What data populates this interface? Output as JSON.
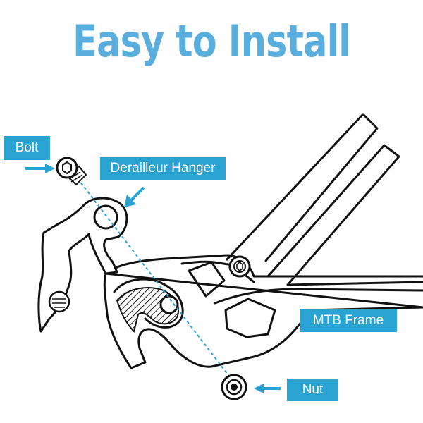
{
  "title": "Easy to Install",
  "labels": {
    "bolt": "Bolt",
    "derailleur_hanger": "Derailleur Hanger",
    "mtb_frame": "MTB Frame",
    "nut": "Nut"
  },
  "colors": {
    "accent": "#29a3d1",
    "title": "#5aaede",
    "line": "#111111",
    "background": "#ffffff"
  },
  "icons": {
    "arrow": "arrow-right-icon",
    "bolt": "bolt-icon",
    "nut": "nut-icon"
  }
}
